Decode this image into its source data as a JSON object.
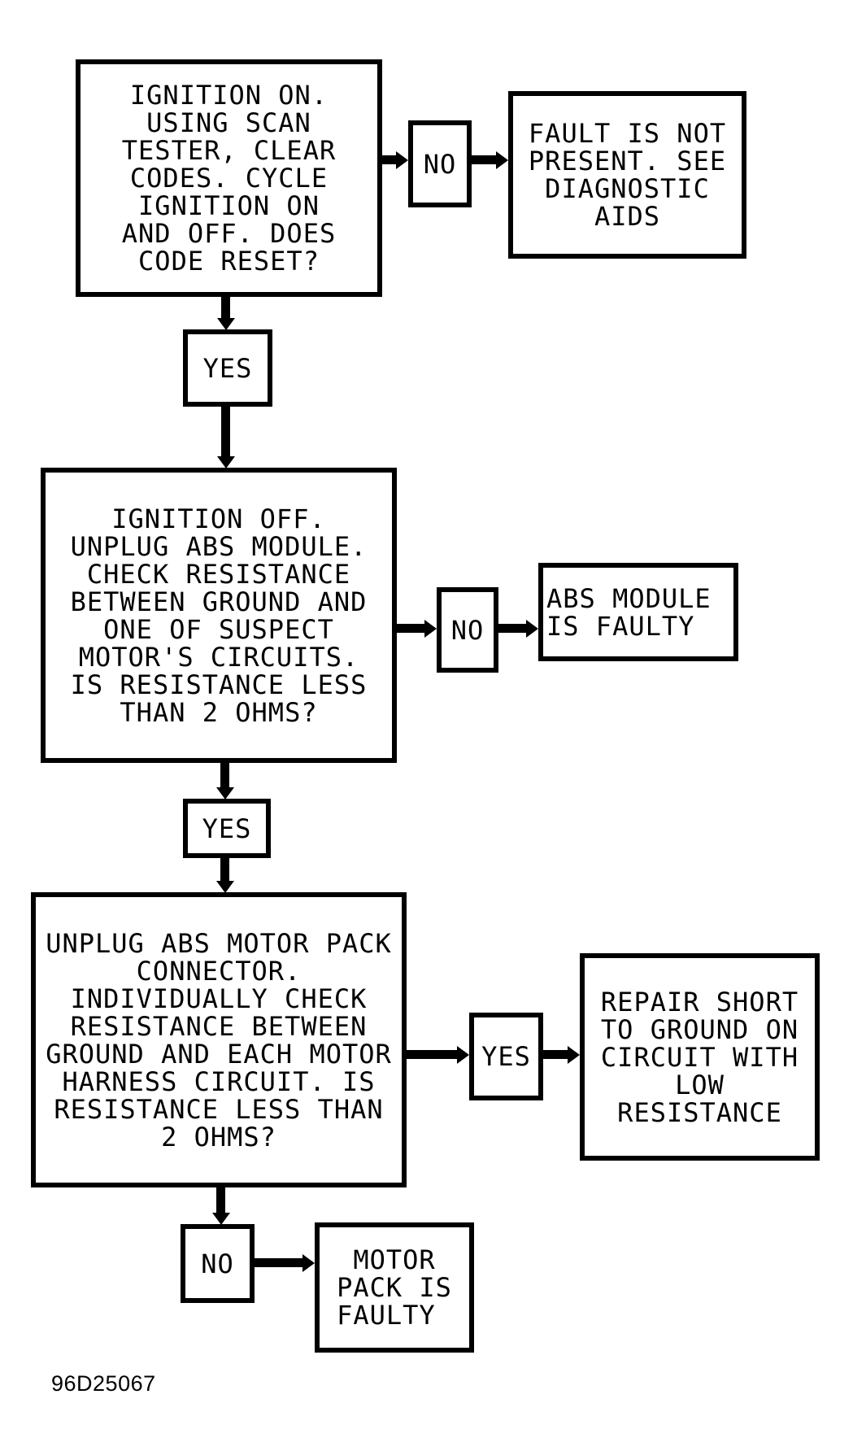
{
  "flow": {
    "title": "ABS diagnostic flowchart",
    "colors": {
      "line": "#000000",
      "background": "#ffffff"
    },
    "caption": "96D25067",
    "nodes": {
      "step1": {
        "lines": [
          "IGNITION ON.",
          "USING SCAN",
          "TESTER, CLEAR",
          "CODES. CYCLE",
          "IGNITION ON",
          "AND OFF. DOES",
          "CODE RESET?"
        ]
      },
      "no1": {
        "label": "NO"
      },
      "fault_not_present": {
        "lines": [
          "FAULT IS NOT",
          "PRESENT. SEE",
          "DIAGNOSTIC",
          "AIDS"
        ]
      },
      "yes1": {
        "label": "YES"
      },
      "step2": {
        "lines": [
          "IGNITION OFF.",
          "UNPLUG ABS MODULE.",
          "CHECK RESISTANCE",
          "BETWEEN GROUND AND",
          "ONE OF SUSPECT",
          "MOTOR'S CIRCUITS.",
          "IS RESISTANCE LESS",
          "THAN 2 OHMS?"
        ]
      },
      "no2": {
        "label": "NO"
      },
      "abs_module_faulty": {
        "lines": [
          "ABS MODULE",
          "IS FAULTY"
        ]
      },
      "yes2": {
        "label": "YES"
      },
      "step3": {
        "lines": [
          "UNPLUG ABS MOTOR PACK",
          "CONNECTOR.",
          "INDIVIDUALLY CHECK",
          "RESISTANCE BETWEEN",
          "GROUND AND EACH MOTOR",
          "HARNESS CIRCUIT. IS",
          "RESISTANCE LESS THAN",
          "2 OHMS?"
        ]
      },
      "yes3": {
        "label": "YES"
      },
      "repair_short": {
        "lines": [
          "REPAIR SHORT",
          "TO GROUND ON",
          "CIRCUIT WITH",
          "LOW",
          "RESISTANCE"
        ]
      },
      "no3": {
        "label": "NO"
      },
      "motor_pack_faulty": {
        "lines": [
          " MOTOR",
          "PACK IS",
          "FAULTY"
        ]
      }
    }
  }
}
